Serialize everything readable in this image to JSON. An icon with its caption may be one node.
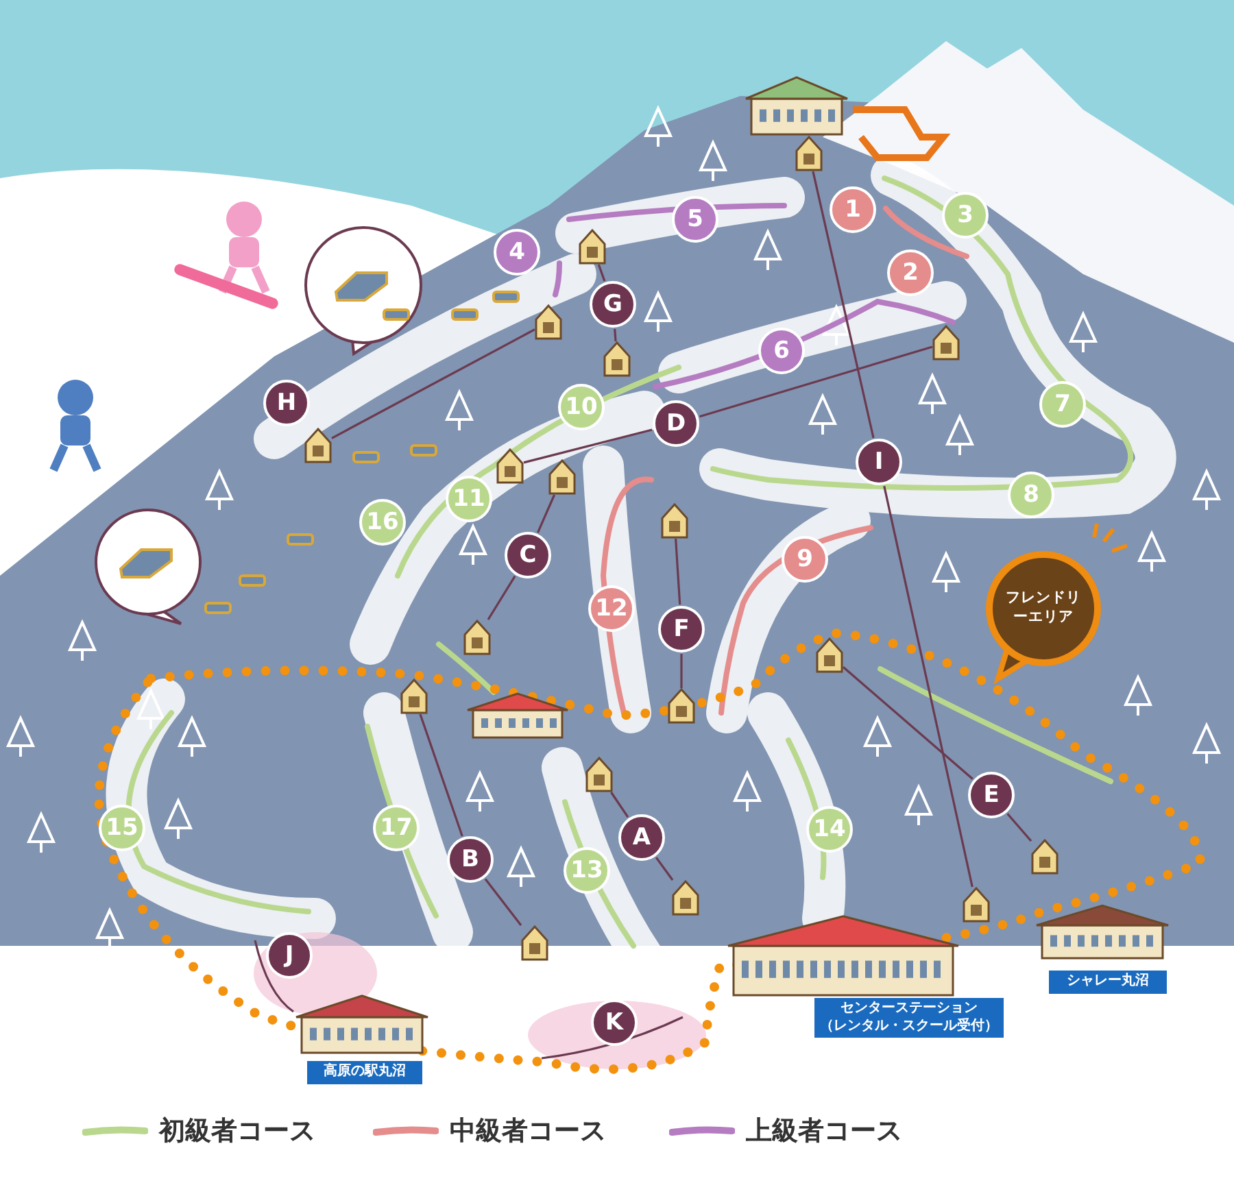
{
  "diagram": {
    "nodes": [
      {
        "text": [
          "1"
        ]
      },
      {
        "text": [
          "5"
        ]
      },
      {
        "text": [
          "3"
        ]
      },
      {
        "text": [
          "4"
        ]
      },
      {
        "text": [
          "2"
        ]
      },
      {
        "text": [
          "G"
        ]
      },
      {
        "text": [
          "6"
        ]
      },
      {
        "text": [
          "H"
        ]
      },
      {
        "text": [
          "10"
        ]
      },
      {
        "text": [
          "D"
        ]
      },
      {
        "text": [
          "7"
        ]
      },
      {
        "text": [
          "I"
        ]
      },
      {
        "text": [
          "8"
        ]
      },
      {
        "text": [
          "11"
        ]
      },
      {
        "text": [
          "16"
        ]
      },
      {
        "text": [
          "C"
        ]
      },
      {
        "text": [
          "9"
        ]
      },
      {
        "text": [
          "12"
        ]
      },
      {
        "text": [
          "F"
        ]
      },
      {
        "text": [
          "フレンドリーエリア"
        ]
      },
      {
        "text": [
          "15"
        ]
      },
      {
        "text": [
          "17"
        ]
      },
      {
        "text": [
          "B"
        ]
      },
      {
        "text": [
          "A"
        ]
      },
      {
        "text": [
          "13"
        ]
      },
      {
        "text": [
          "14"
        ]
      },
      {
        "text": [
          "E"
        ]
      },
      {
        "text": [
          "J"
        ]
      },
      {
        "text": [
          "K"
        ]
      },
      {
        "text": [
          "センターステーション（レンタル・スクール受付）"
        ]
      },
      {
        "text": [
          "シャレー丸沼"
        ]
      },
      {
        "text": [
          "高原の駅丸沼"
        ]
      },
      {
        "text": [],
        "shape": "picture"
      },
      {
        "text": [],
        "shape": "picture"
      },
      {
        "text": [],
        "shape": "picture"
      },
      {
        "text": [],
        "shape": "picture"
      },
      {
        "text": [],
        "shape": "picture"
      },
      {
        "text": [],
        "shape": "picture"
      },
      {
        "text": [],
        "shape": "picture"
      },
      {
        "text": [],
        "shape": "picture"
      },
      {
        "text": [],
        "shape": "picture"
      },
      {
        "text": [],
        "shape": "picture"
      },
      {
        "text": [],
        "shape": "picture"
      },
      {
        "text": [],
        "shape": "picture"
      },
      {
        "text": [],
        "shape": "picture"
      },
      {
        "text": [],
        "shape": "picture"
      },
      {
        "text": [],
        "shape": "picture"
      },
      {
        "text": [],
        "shape": "picture"
      },
      {
        "text": [],
        "shape": "picture"
      },
      {
        "text": [],
        "shape": "picture"
      }
    ],
    "edges": [
      {
        "from": 32,
        "to": 11,
        "arrow": "none"
      },
      {
        "from": 11,
        "to": 49,
        "arrow": "none"
      },
      {
        "from": 38,
        "to": 9,
        "arrow": "none"
      },
      {
        "from": 9,
        "to": 36,
        "arrow": "none"
      },
      {
        "from": 37,
        "to": 34,
        "arrow": "none"
      },
      {
        "from": 33,
        "to": 5,
        "arrow": "none"
      },
      {
        "from": 5,
        "to": 35,
        "arrow": "none"
      },
      {
        "from": 39,
        "to": 15,
        "arrow": "none"
      },
      {
        "from": 15,
        "to": 41,
        "arrow": "none"
      },
      {
        "from": 40,
        "to": 18,
        "arrow": "none"
      },
      {
        "from": 18,
        "to": 44,
        "arrow": "none"
      },
      {
        "from": 43,
        "to": 22,
        "arrow": "none"
      },
      {
        "from": 22,
        "to": 47,
        "arrow": "none"
      },
      {
        "from": 45,
        "to": 23,
        "arrow": "none"
      },
      {
        "from": 23,
        "to": 46,
        "arrow": "none"
      },
      {
        "from": 42,
        "to": 26,
        "arrow": "none"
      },
      {
        "from": 26,
        "to": 48,
        "arrow": "none"
      }
    ],
    "legend": [
      {
        "text": "初級者コース",
        "color": "#b9d88e"
      },
      {
        "text": "中級者コース",
        "color": "#e58c8c"
      },
      {
        "text": "上級者コース",
        "color": "#b67cc2"
      }
    ]
  }
}
